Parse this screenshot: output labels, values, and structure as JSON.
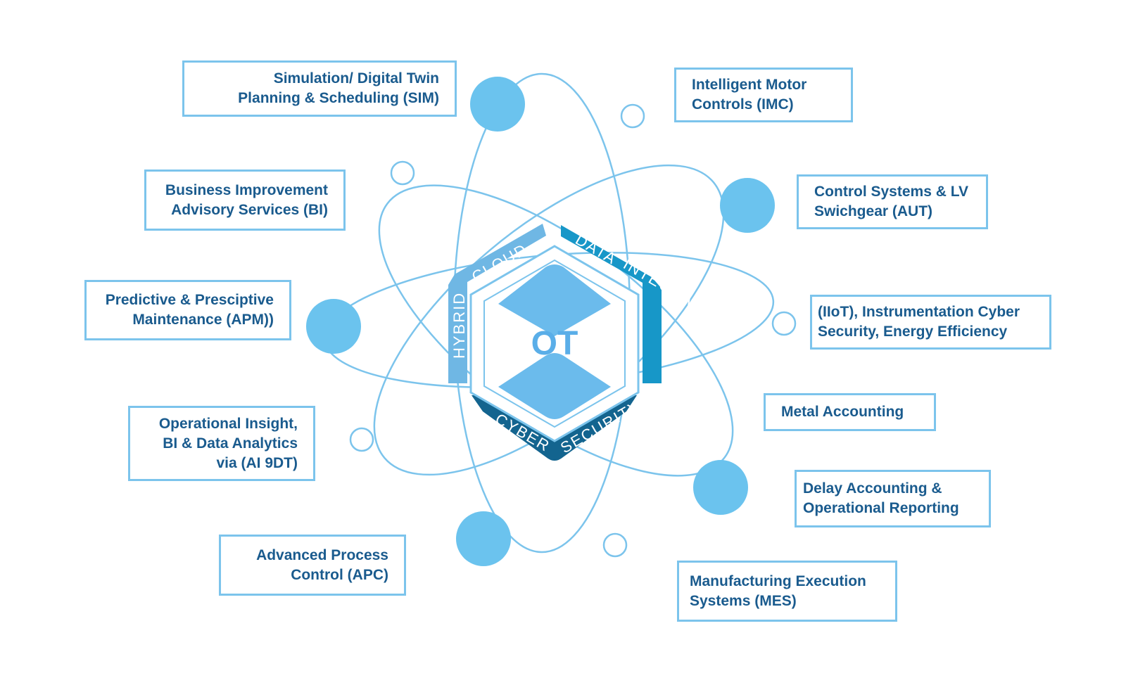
{
  "center": {
    "label": "OT",
    "segments": {
      "hybrid": "HYBRID",
      "cloud": "CLOUD",
      "data": "DATA",
      "integration": "INTEGRATION",
      "cyber": "CYBER",
      "security": "SECURITY"
    }
  },
  "colors": {
    "orbit": "#7cc4ec",
    "node_filled": "#6bc3ee",
    "box_border": "#7cc4ec",
    "text": "#1a5b8e",
    "hybrid_cloud": "#6fb7e4",
    "data_integration": "#1797c8",
    "cyber_security": "#13648f",
    "ot_panel": "#6bbbec"
  },
  "boxes": [
    {
      "id": "sim",
      "lines": [
        "Simulation/ Digital Twin",
        "Planning & Scheduling (SIM)"
      ]
    },
    {
      "id": "bi",
      "lines": [
        "Business Improvement",
        "Advisory Services (BI)"
      ]
    },
    {
      "id": "apm",
      "lines": [
        "Predictive & Presciptive",
        "Maintenance (APM))"
      ]
    },
    {
      "id": "oi",
      "lines": [
        "Operational Insight,",
        "BI & Data Analytics",
        "via (AI 9DT)"
      ]
    },
    {
      "id": "apc",
      "lines": [
        "Advanced Process",
        "Control (APC)"
      ]
    },
    {
      "id": "imc",
      "lines": [
        "Intelligent Motor",
        "Controls (IMC)"
      ]
    },
    {
      "id": "aut",
      "lines": [
        "Control Systems & LV",
        "Swichgear (AUT)"
      ]
    },
    {
      "id": "iiot",
      "lines": [
        "(IIoT), Instrumentation Cyber",
        "Security, Energy Efficiency"
      ]
    },
    {
      "id": "metal",
      "lines": [
        "Metal Accounting"
      ]
    },
    {
      "id": "delay",
      "lines": [
        "Delay Accounting &",
        "Operational Reporting"
      ]
    },
    {
      "id": "mes",
      "lines": [
        "Manufacturing Execution",
        "Systems (MES)"
      ]
    }
  ]
}
